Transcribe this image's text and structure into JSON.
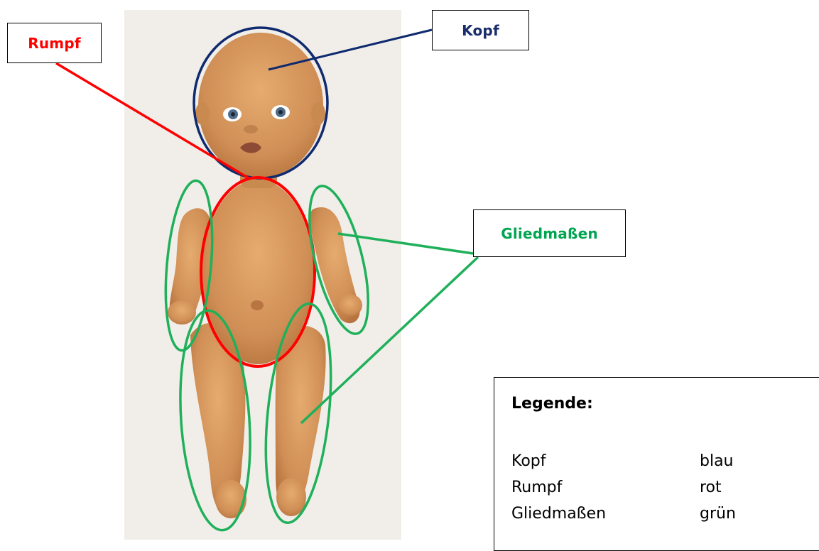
{
  "labels": {
    "rumpf": {
      "text": "Rumpf",
      "color": "#ff0000"
    },
    "kopf": {
      "text": "Kopf",
      "color": "#1a2d6b"
    },
    "gliedmassen": {
      "text": "Gliedmaßen",
      "color": "#00a550"
    }
  },
  "legend": {
    "title": "Legende:",
    "entries": [
      {
        "part": "Kopf",
        "color": "blau"
      },
      {
        "part": "Rumpf",
        "color": "rot"
      },
      {
        "part": "Gliedmaßen",
        "color": "grün"
      }
    ]
  },
  "colors": {
    "head_outline": "#0f2a6e",
    "torso_outline": "#ff0000",
    "limb_outline": "#1fb05a",
    "doll_skin": "#d4935a",
    "photo_background": "#f1eeea"
  }
}
